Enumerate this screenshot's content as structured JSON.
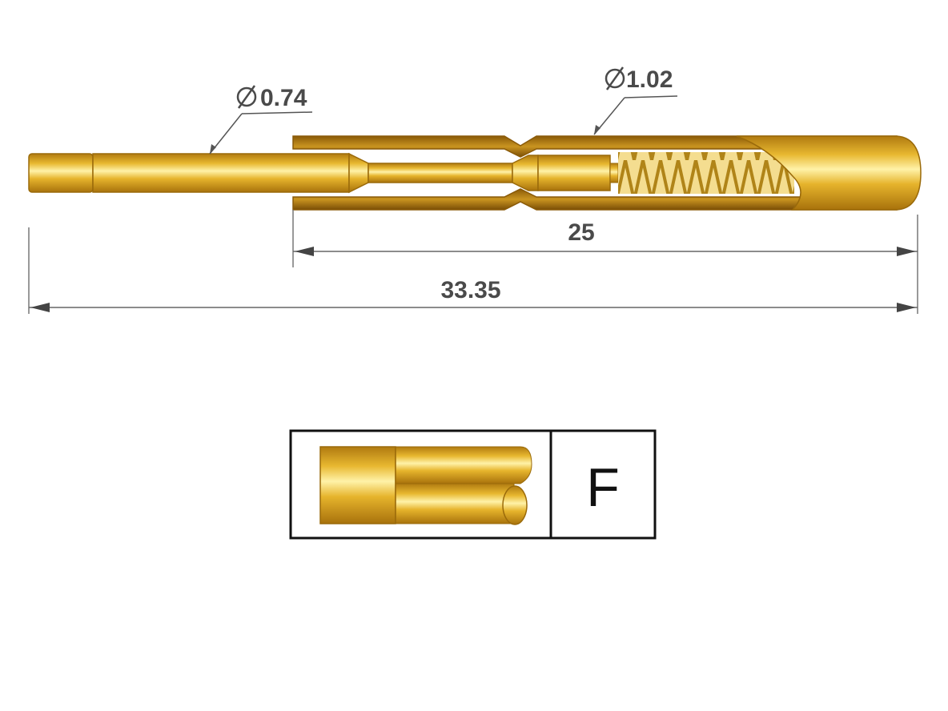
{
  "drawing": {
    "plunger_diameter": "0.74",
    "barrel_diameter": "1.02",
    "barrel_length": "25",
    "overall_length": "33.35",
    "diameter_symbol": "∅"
  },
  "tip_table": {
    "code": "F"
  },
  "colors": {
    "gold_dark": "#b8860b",
    "gold_mid": "#e0b030",
    "gold_light": "#fff0a0",
    "dimension_line": "#555555"
  }
}
